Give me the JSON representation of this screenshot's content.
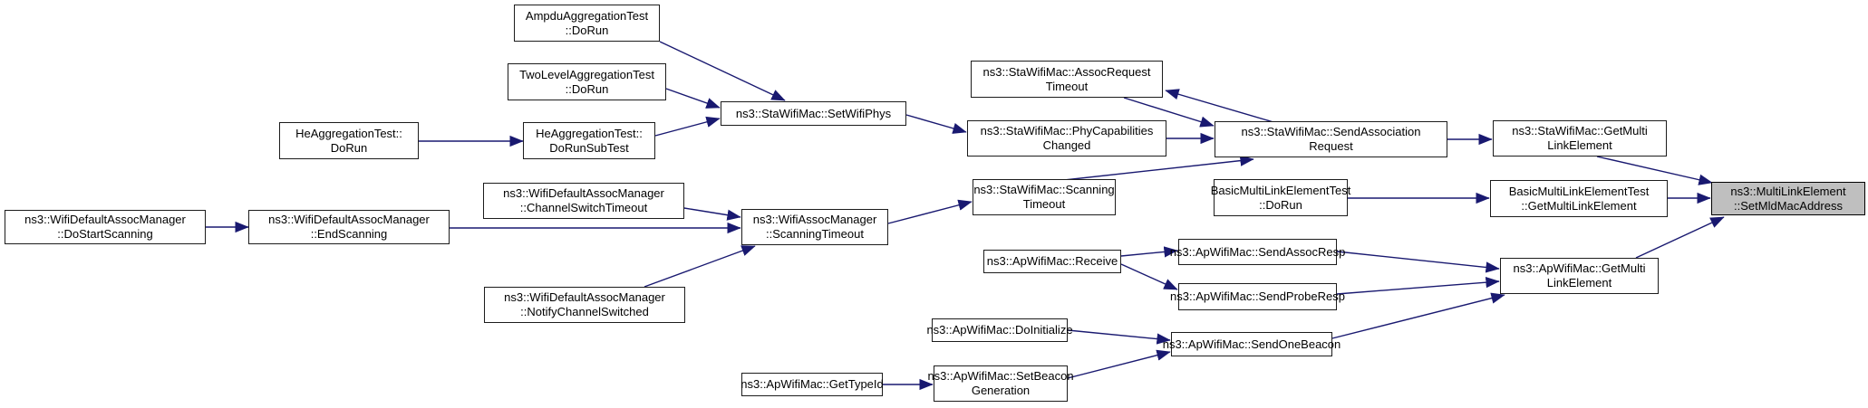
{
  "diagram": {
    "type": "doxygen-caller-graph",
    "colors": {
      "edge": "#191970",
      "node_border": "#1c1c1c",
      "node_fill": "#ffffff",
      "highlight_fill": "#bfbfbf"
    },
    "highlighted_node": "set_mld_mac_address",
    "nodes": {
      "do_start_scanning": {
        "line1": "ns3::WifiDefaultAssocManager",
        "line2": "::DoStartScanning"
      },
      "end_scanning": {
        "line1": "ns3::WifiDefaultAssocManager",
        "line2": "::EndScanning"
      },
      "he_do_run": {
        "line1": "HeAggregationTest::",
        "line2": "DoRun"
      },
      "ampdu_do_run": {
        "line1": "AmpduAggregationTest",
        "line2": "::DoRun"
      },
      "two_level_do_run": {
        "line1": "TwoLevelAggregationTest",
        "line2": "::DoRun"
      },
      "he_do_run_sub_test": {
        "line1": "HeAggregationTest::",
        "line2": "DoRunSubTest"
      },
      "channel_switch_timeout": {
        "line1": "ns3::WifiDefaultAssocManager",
        "line2": "::ChannelSwitchTimeout"
      },
      "notify_channel_switched": {
        "line1": "ns3::WifiDefaultAssocManager",
        "line2": "::NotifyChannelSwitched"
      },
      "set_wifi_phys": {
        "line1": "ns3::StaWifiMac::SetWifiPhys"
      },
      "wifi_assoc_scanning_timeout": {
        "line1": "ns3::WifiAssocManager",
        "line2": "::ScanningTimeout"
      },
      "ap_get_type_id": {
        "line1": "ns3::ApWifiMac::GetTypeId"
      },
      "assoc_request_timeout": {
        "line1": "ns3::StaWifiMac::AssocRequest",
        "line2": "Timeout"
      },
      "phy_capabilities_changed": {
        "line1": "ns3::StaWifiMac::PhyCapabilities",
        "line2": "Changed"
      },
      "sta_scanning_timeout": {
        "line1": "ns3::StaWifiMac::Scanning",
        "line2": "Timeout"
      },
      "ap_receive": {
        "line1": "ns3::ApWifiMac::Receive"
      },
      "ap_do_initialize": {
        "line1": "ns3::ApWifiMac::DoInitialize"
      },
      "ap_set_beacon_generation": {
        "line1": "ns3::ApWifiMac::SetBeacon",
        "line2": "Generation"
      },
      "send_association_request": {
        "line1": "ns3::StaWifiMac::SendAssociation",
        "line2": "Request"
      },
      "basic_do_run": {
        "line1": "BasicMultiLinkElementTest",
        "line2": "::DoRun"
      },
      "send_assoc_resp": {
        "line1": "ns3::ApWifiMac::SendAssocResp"
      },
      "send_probe_resp": {
        "line1": "ns3::ApWifiMac::SendProbeResp"
      },
      "send_one_beacon": {
        "line1": "ns3::ApWifiMac::SendOneBeacon"
      },
      "sta_get_multi_link_element": {
        "line1": "ns3::StaWifiMac::GetMulti",
        "line2": "LinkElement"
      },
      "basic_get_multi_link_element": {
        "line1": "BasicMultiLinkElementTest",
        "line2": "::GetMultiLinkElement"
      },
      "ap_get_multi_link_element": {
        "line1": "ns3::ApWifiMac::GetMulti",
        "line2": "LinkElement"
      },
      "set_mld_mac_address": {
        "line1": "ns3::MultiLinkElement",
        "line2": "::SetMldMacAddress"
      }
    }
  }
}
